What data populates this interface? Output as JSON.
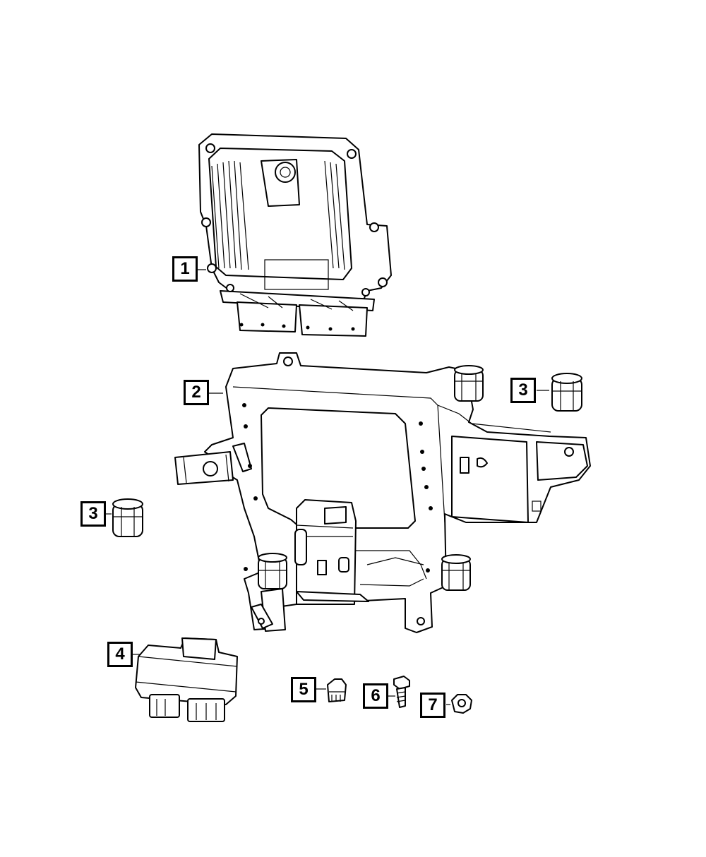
{
  "callouts": [
    {
      "id": "1",
      "label": "1"
    },
    {
      "id": "2",
      "label": "2"
    },
    {
      "id": "3a",
      "label": "3"
    },
    {
      "id": "3b",
      "label": "3"
    },
    {
      "id": "4",
      "label": "4"
    },
    {
      "id": "5",
      "label": "5"
    },
    {
      "id": "6",
      "label": "6"
    },
    {
      "id": "7",
      "label": "7"
    }
  ],
  "parts": [
    {
      "callout": "1",
      "icon": "engine-control-module-icon"
    },
    {
      "callout": "2",
      "icon": "mounting-bracket-icon"
    },
    {
      "callout": "3",
      "icon": "grommet-clip-icon"
    },
    {
      "callout": "4",
      "icon": "relay-module-icon"
    },
    {
      "callout": "5",
      "icon": "push-nut-icon"
    },
    {
      "callout": "6",
      "icon": "bolt-icon"
    },
    {
      "callout": "7",
      "icon": "hex-nut-icon"
    }
  ]
}
